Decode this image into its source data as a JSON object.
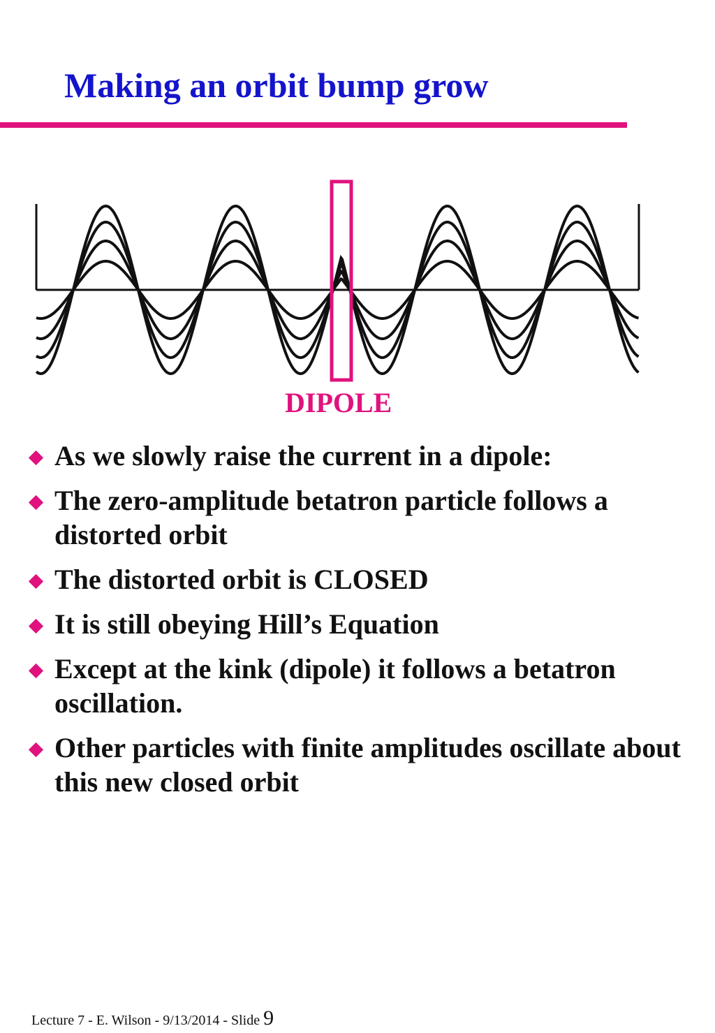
{
  "slide": {
    "title": "Making an orbit bump grow",
    "figure": {
      "dipole_label": "DIPOLE",
      "stroke_color": "#111111",
      "dipole_color": "#e0127e"
    },
    "bullets": [
      "As we slowly raise the current in a dipole:",
      "The zero-amplitude betatron particle follows a distorted orbit",
      "The distorted orbit is CLOSED",
      "It is still obeying Hill’s Equation",
      "Except at the kink (dipole) it follows a betatron oscillation.",
      "Other particles with finite amplitudes oscillate about this new closed orbit"
    ],
    "footer": {
      "text": "Lecture 7 - E. Wilson - 9/13/2014 - Slide ",
      "slide_number": "9"
    },
    "colors": {
      "title": "#1414cc",
      "accent": "#e0127e",
      "text": "#111111"
    }
  }
}
